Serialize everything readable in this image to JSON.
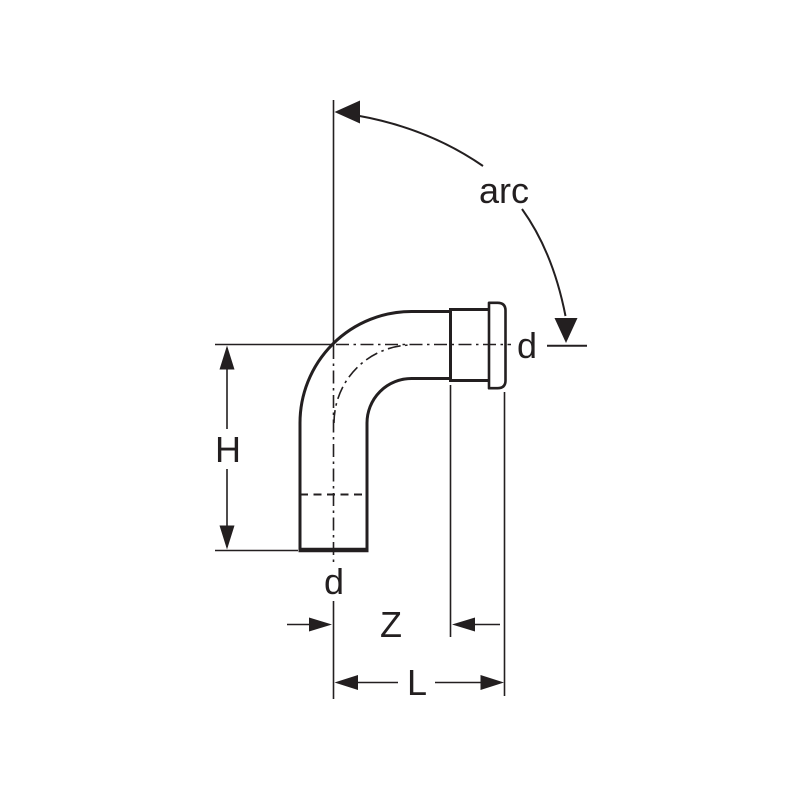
{
  "diagram": {
    "labels": {
      "arc": "arc",
      "socket_diameter": "d",
      "pipe_diameter": "d",
      "height": "H",
      "z_dimension": "Z",
      "length": "L"
    },
    "colors": {
      "line": "#231f20",
      "background": "#ffffff"
    }
  }
}
